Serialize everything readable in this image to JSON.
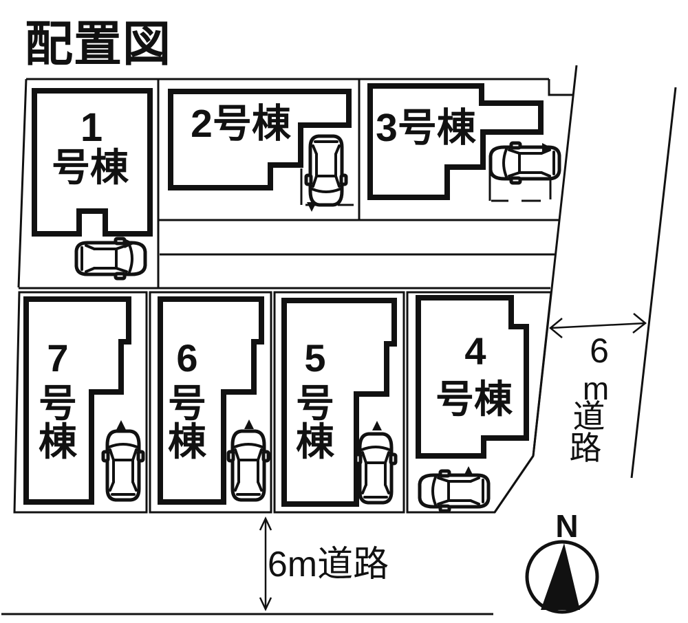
{
  "title": "配置図",
  "buildings": {
    "b1": {
      "name": "1号棟",
      "line1": "1",
      "line2": "号棟"
    },
    "b2": {
      "name": "2号棟",
      "label": "2号棟"
    },
    "b3": {
      "name": "3号棟",
      "label": "3号棟"
    },
    "b4": {
      "name": "4号棟",
      "line1": "4",
      "line2": "号棟"
    },
    "b5": {
      "name": "5号棟",
      "chars": [
        "5",
        "号",
        "棟"
      ]
    },
    "b6": {
      "name": "6号棟",
      "chars": [
        "6",
        "号",
        "棟"
      ]
    },
    "b7": {
      "name": "7号棟",
      "chars": [
        "7",
        "号",
        "棟"
      ]
    }
  },
  "roads": {
    "east": {
      "label": "6m道路",
      "chars": [
        "6",
        "m",
        "道",
        "路"
      ]
    },
    "south": {
      "label": "6m道路"
    }
  },
  "compass": {
    "north_label": "N"
  },
  "colors": {
    "ink": "#111111",
    "paper": "#ffffff"
  }
}
